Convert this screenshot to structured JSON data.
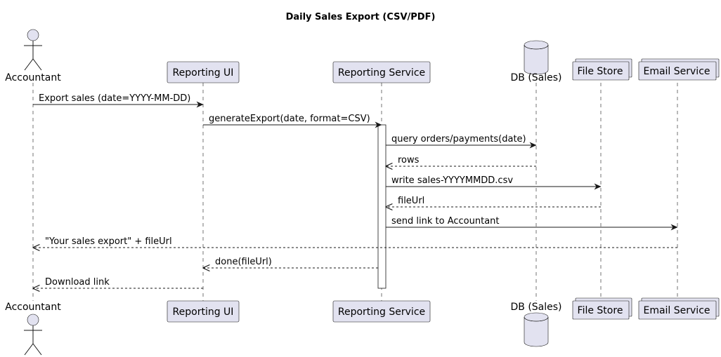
{
  "title": "Daily Sales Export (CSV/PDF)",
  "participants": [
    {
      "id": "accountant",
      "label": "Accountant",
      "kind": "actor"
    },
    {
      "id": "reporting_ui",
      "label": "Reporting UI",
      "kind": "participant"
    },
    {
      "id": "reporting_service",
      "label": "Reporting Service",
      "kind": "participant"
    },
    {
      "id": "db_sales",
      "label": "DB (Sales)",
      "kind": "database"
    },
    {
      "id": "file_store",
      "label": "File Store",
      "kind": "collections"
    },
    {
      "id": "email_service",
      "label": "Email Service",
      "kind": "collections"
    }
  ],
  "messages": [
    {
      "from": "accountant",
      "to": "reporting_ui",
      "label": "Export sales (date=YYYY-MM-DD)",
      "style": "solid"
    },
    {
      "from": "reporting_ui",
      "to": "reporting_service",
      "label": "generateExport(date, format=CSV)",
      "style": "solid"
    },
    {
      "from": "reporting_service",
      "to": "db_sales",
      "label": "query orders/payments(date)",
      "style": "solid"
    },
    {
      "from": "db_sales",
      "to": "reporting_service",
      "label": "rows",
      "style": "dashed"
    },
    {
      "from": "reporting_service",
      "to": "file_store",
      "label": "write sales-YYYYMMDD.csv",
      "style": "solid"
    },
    {
      "from": "file_store",
      "to": "reporting_service",
      "label": "fileUrl",
      "style": "dashed"
    },
    {
      "from": "reporting_service",
      "to": "email_service",
      "label": "send link to Accountant",
      "style": "solid"
    },
    {
      "from": "email_service",
      "to": "accountant",
      "label": "\"Your sales export\" + fileUrl",
      "style": "dashed"
    },
    {
      "from": "reporting_service",
      "to": "reporting_ui",
      "label": "done(fileUrl)",
      "style": "dashed"
    },
    {
      "from": "reporting_ui",
      "to": "accountant",
      "label": "Download link",
      "style": "dashed"
    }
  ],
  "activation": {
    "participant": "reporting_service"
  }
}
